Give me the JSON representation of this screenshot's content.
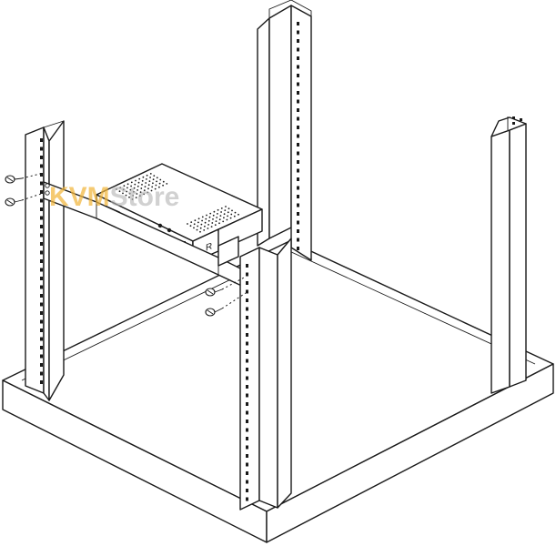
{
  "watermark": {
    "part1": "KVM",
    "part2": "Store",
    "color1": "#f2b63c",
    "color2": "#b5b5b5"
  },
  "device_label": "R",
  "colors": {
    "line": "#1a1a1a",
    "background": "#ffffff"
  }
}
